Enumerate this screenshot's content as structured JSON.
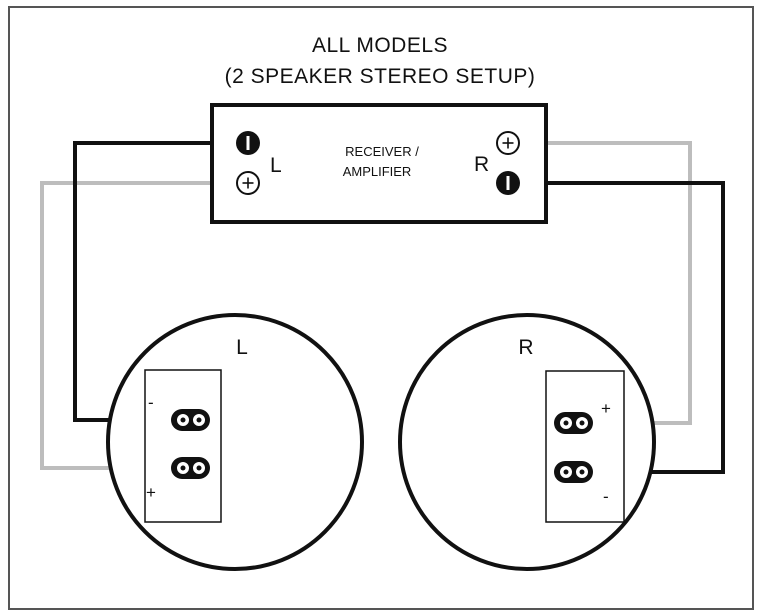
{
  "title": {
    "line1": "ALL MODELS",
    "line2": "(2 SPEAKER STEREO SETUP)"
  },
  "receiver": {
    "label_line1": "RECEIVER /",
    "label_line2": "AMPLIFIER",
    "left_channel": "L",
    "right_channel": "R"
  },
  "speakers": {
    "left": {
      "label": "L",
      "neg": "-",
      "pos": "+"
    },
    "right": {
      "label": "R",
      "neg": "-",
      "pos": "+"
    }
  },
  "colors": {
    "negative_wire": "#111111",
    "positive_wire": "#bdbdbd",
    "outline": "#111111"
  }
}
